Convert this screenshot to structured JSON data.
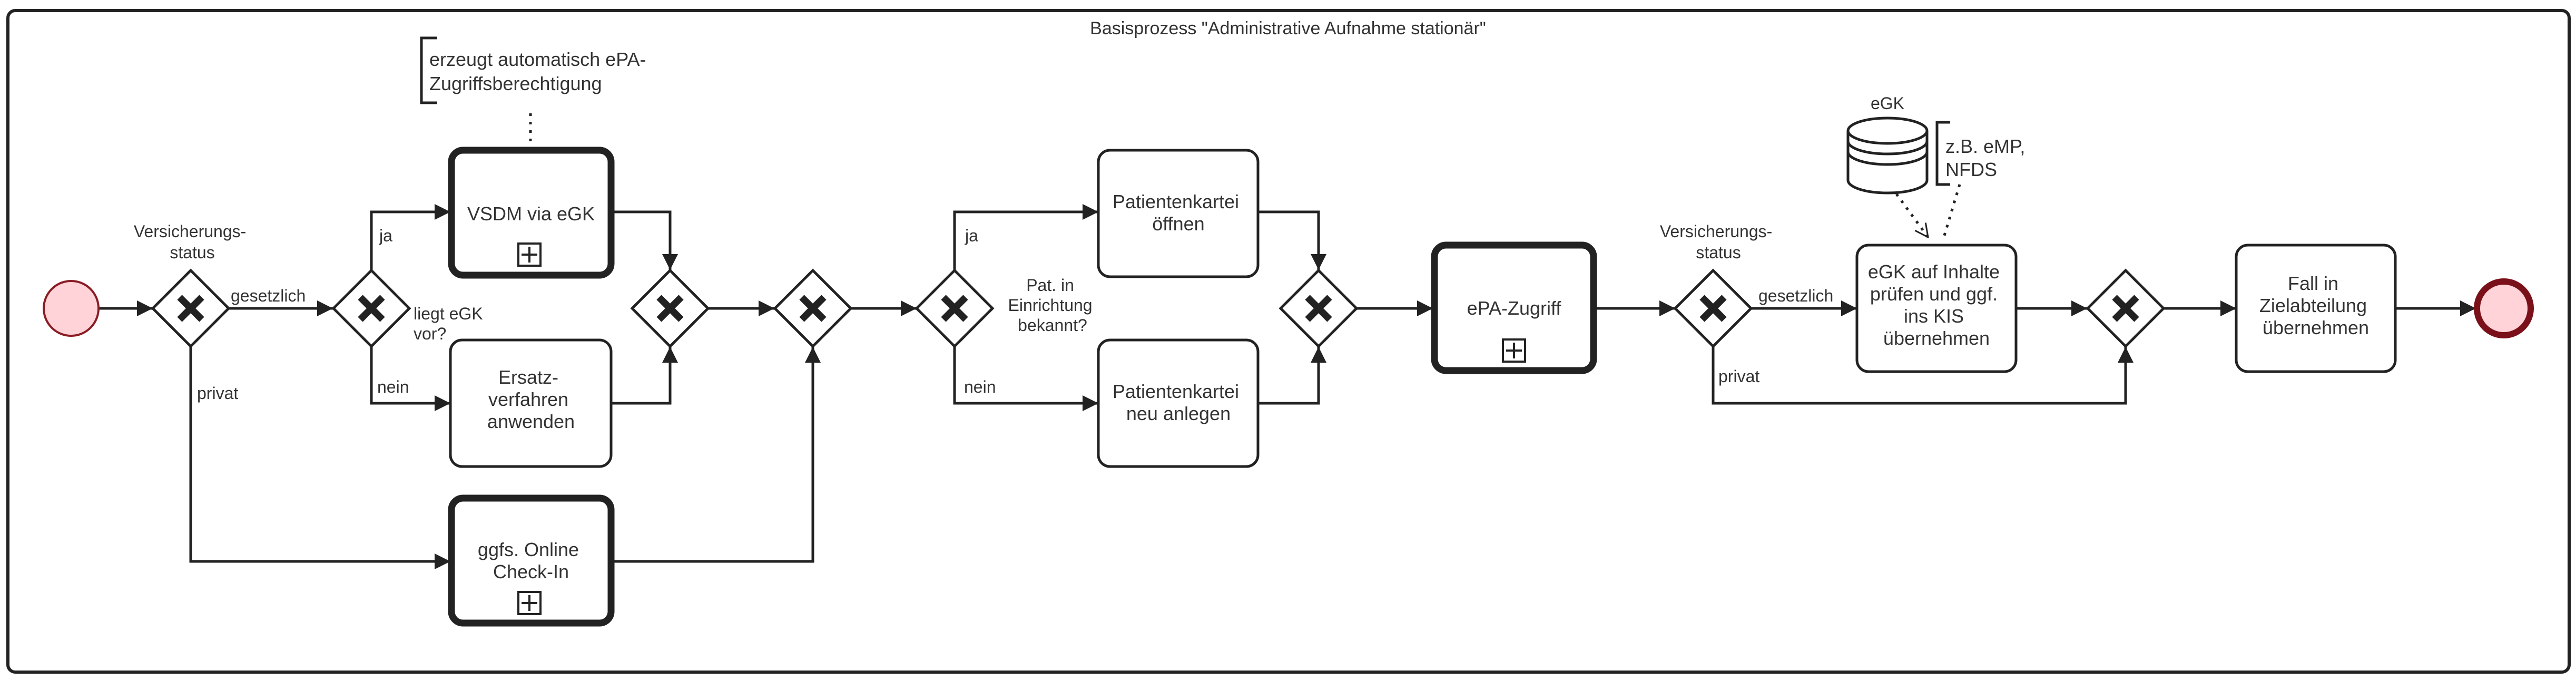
{
  "title": "Basisprozess \"Administrative Aufnahme stationär\"",
  "gateways": {
    "g1_label": [
      "Versicherungs-",
      "status"
    ],
    "g2_label": [
      "liegt eGK",
      "vor?"
    ],
    "g5_label": [
      "Pat. in",
      "Einrichtung",
      "bekannt?"
    ],
    "g7_label": [
      "Versicherungs-",
      "status"
    ]
  },
  "flows": {
    "gesetzlich_1": "gesetzlich",
    "privat_1": "privat",
    "ja_1": "ja",
    "nein_1": "nein",
    "ja_2": "ja",
    "nein_2": "nein",
    "gesetzlich_2": "gesetzlich",
    "privat_2": "privat"
  },
  "tasks": {
    "vsdm": [
      "VSDM via eGK"
    ],
    "ersatz": [
      "Ersatz-",
      "verfahren",
      "anwenden"
    ],
    "online": [
      "ggfs. Online",
      "Check-In"
    ],
    "kartei_oeffnen": [
      "Patientenkartei",
      "öffnen"
    ],
    "kartei_neu": [
      "Patientenkartei",
      "neu anlegen"
    ],
    "epa": [
      "ePA-Zugriff"
    ],
    "egk_pruefen": [
      "eGK auf Inhalte",
      "prüfen und ggf.",
      "ins KIS",
      "übernehmen"
    ],
    "fall": [
      "Fall in",
      "Zielabteilung",
      "übernehmen"
    ]
  },
  "annotations": {
    "vsdm_note": [
      "erzeugt automatisch ePA-",
      "Zugriffsberechtigung"
    ],
    "egk_note": [
      "z.B. eMP,",
      "NFDS"
    ]
  },
  "datastore": {
    "label": "eGK"
  },
  "colors": {
    "stroke": "#222222",
    "event_fill": "#ffd3d7",
    "start_stroke": "#8a1c24",
    "end_stroke": "#7a1019"
  }
}
